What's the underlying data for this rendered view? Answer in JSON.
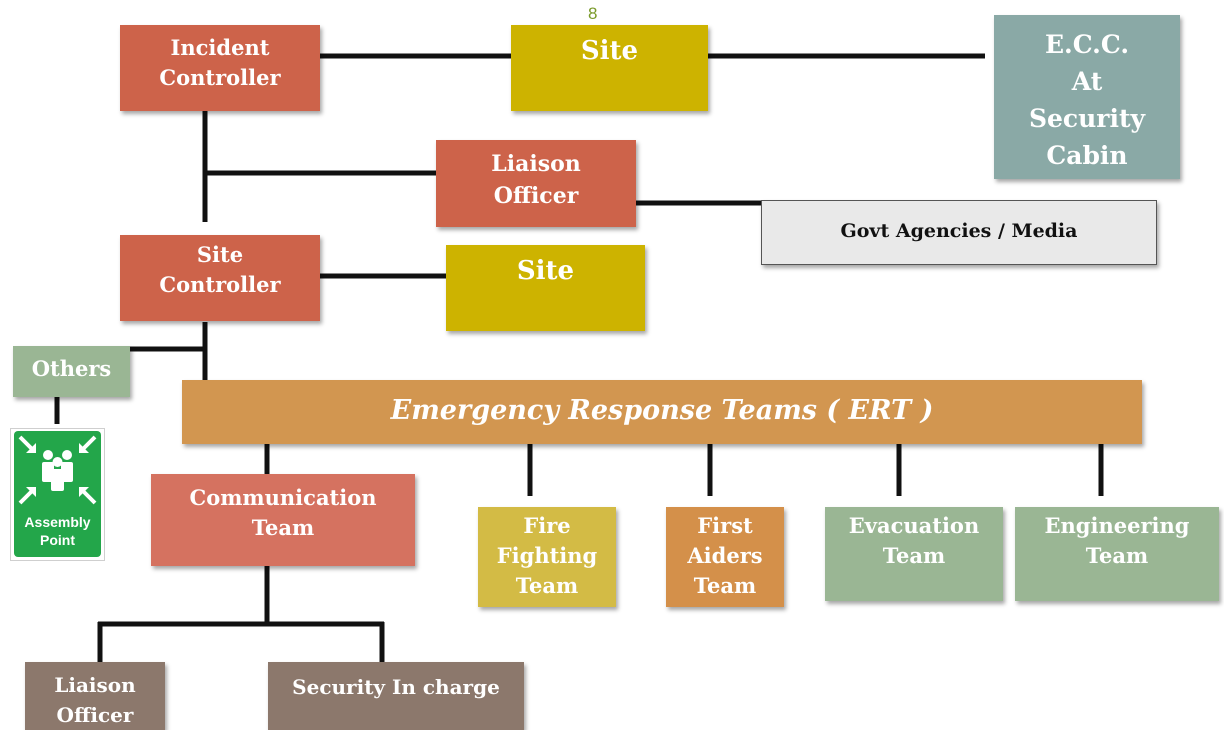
{
  "page_number": "8",
  "nodes": {
    "incident_controller": "Incident\nController",
    "site_top": "Site",
    "ecc": "E.C.C.\nAt\nSecurity\nCabin",
    "liaison_officer_top": "Liaison\nOfficer",
    "govt_agencies": "Govt Agencies / Media",
    "site_controller": "Site\nController",
    "site_mid": "Site",
    "others": "Others",
    "ert": "Emergency Response Teams  ( ERT )",
    "communication_team": "Communication\nTeam",
    "fire_fighting_team": "Fire\nFighting\nTeam",
    "first_aiders_team": "First\nAiders\nTeam",
    "evacuation_team": "Evacuation\nTeam",
    "engineering_team": "Engineering\nTeam",
    "liaison_officer_bottom": "Liaison\nOfficer",
    "security_in_charge": "Security  In charge"
  },
  "assembly_sign": {
    "text": "Assembly\nPoint",
    "icon": "assembly-point-icon"
  },
  "colors": {
    "controller": "#cd634a",
    "site": "#cdb300",
    "ecc": "#8aa9a6",
    "ert": "#d29650",
    "communication": "#d57260",
    "fire_fighting": "#d3bb45",
    "first_aiders": "#d4904a",
    "evacuation": "#9ab694",
    "support": "#8c786c",
    "sign_green": "#23a64a"
  }
}
